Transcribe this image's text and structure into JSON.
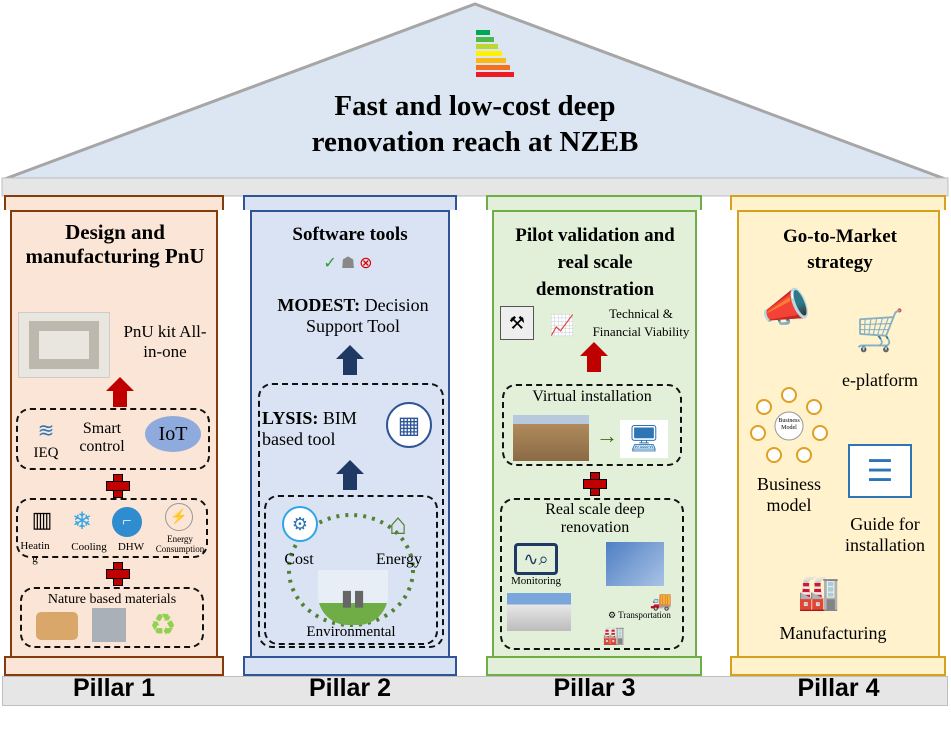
{
  "roof": {
    "title_line1": "Fast and low-cost deep",
    "title_line2": "renovation reach at NZEB",
    "fill": "#dce6f2"
  },
  "pillars": [
    {
      "label": "Pillar 1",
      "title": "Design and manufacturing PnU",
      "color": "#843c0c",
      "bg": "#fbe5d6",
      "kit_label": "PnU kit All-in-one",
      "smart": {
        "ieq": "IEQ",
        "label": "Smart control",
        "iot": "IoT"
      },
      "services": [
        "Heatin g",
        "Cooling",
        "DHW",
        "Energy Consumption"
      ],
      "materials": "Nature based materials"
    },
    {
      "label": "Pillar 2",
      "title": "Software tools",
      "color": "#2f5597",
      "bg": "#dae3f3",
      "modest_bold": "MODEST:",
      "modest_rest": " Decision Support Tool",
      "lysis_bold": "LYSIS:",
      "lysis_rest": " BIM based tool",
      "cost": "Cost",
      "energy": "Energy",
      "environmental": "Environmental"
    },
    {
      "label": "Pillar 3",
      "title": "Pilot validation and real scale demonstration",
      "color": "#70ad47",
      "bg": "#e2f0d9",
      "viability": "Technical & Financial Viability",
      "virtual": "Virtual installation",
      "real": "Real scale deep renovation",
      "monitoring": "Monitoring",
      "transportation": "Transportation"
    },
    {
      "label": "Pillar 4",
      "title": "Go-to-Market strategy",
      "color": "#d6a11e",
      "bg": "#fff2cc",
      "eplatform": "e-platform",
      "business": "Business model",
      "business_center": "Business Model",
      "guide": "Guide for installation",
      "manufacturing": "Manufacturing"
    }
  ]
}
